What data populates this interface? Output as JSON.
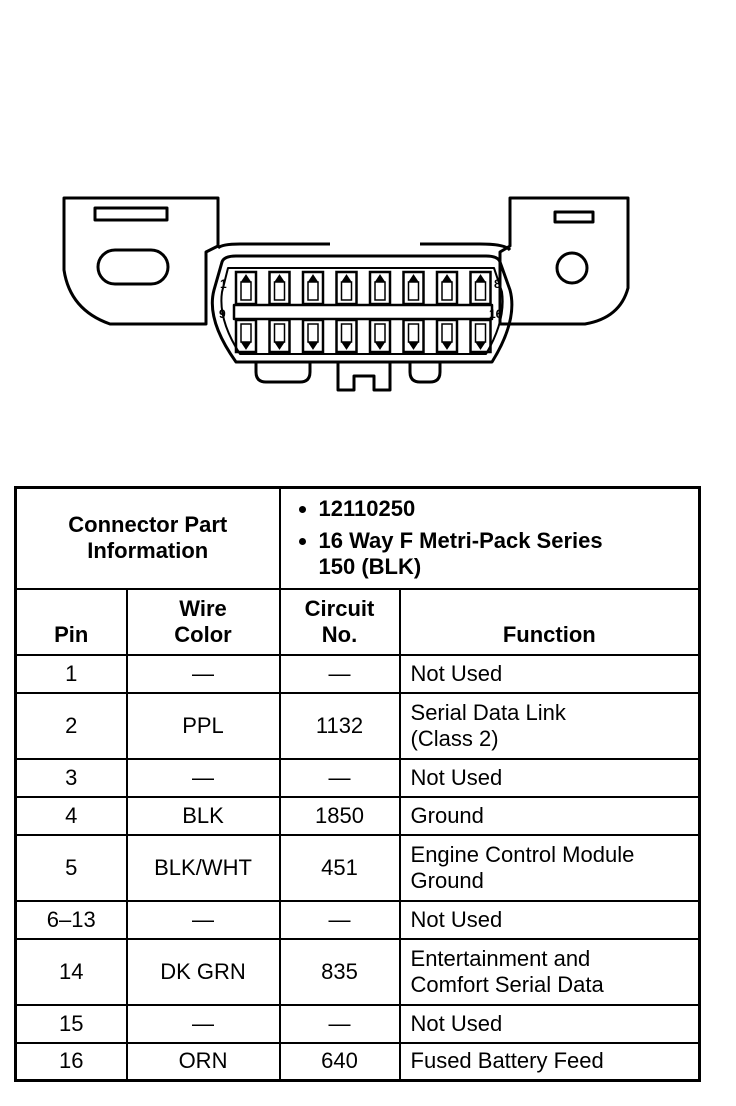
{
  "connector": {
    "pin_labels": {
      "top_left": "1",
      "top_right": "8",
      "bottom_left": "9",
      "bottom_right": "16"
    },
    "pin_count": 16
  },
  "part_info": {
    "label_line1": "Connector Part",
    "label_line2": "Information",
    "part_number": "12110250",
    "description_line1": "16 Way F Metri-Pack Series",
    "description_line2": "150 (BLK)"
  },
  "table": {
    "headers": {
      "pin": "Pin",
      "wire_color_line1": "Wire",
      "wire_color_line2": "Color",
      "circuit_line1": "Circuit",
      "circuit_line2": "No.",
      "function": "Function"
    },
    "rows": [
      {
        "pin": "1",
        "wire": "—",
        "circuit": "—",
        "function": "Not Used"
      },
      {
        "pin": "2",
        "wire": "PPL",
        "circuit": "1132",
        "function": "Serial Data Link",
        "function2": "(Class 2)"
      },
      {
        "pin": "3",
        "wire": "—",
        "circuit": "—",
        "function": "Not Used"
      },
      {
        "pin": "4",
        "wire": "BLK",
        "circuit": "1850",
        "function": "Ground"
      },
      {
        "pin": "5",
        "wire": "BLK/WHT",
        "circuit": "451",
        "function": "Engine Control Module",
        "function2": "Ground"
      },
      {
        "pin": "6–13",
        "wire": "—",
        "circuit": "—",
        "function": "Not Used"
      },
      {
        "pin": "14",
        "wire": "DK GRN",
        "circuit": "835",
        "function": "Entertainment and",
        "function2": "Comfort Serial Data"
      },
      {
        "pin": "15",
        "wire": "—",
        "circuit": "—",
        "function": "Not Used"
      },
      {
        "pin": "16",
        "wire": "ORN",
        "circuit": "640",
        "function": "Fused Battery Feed"
      }
    ]
  }
}
